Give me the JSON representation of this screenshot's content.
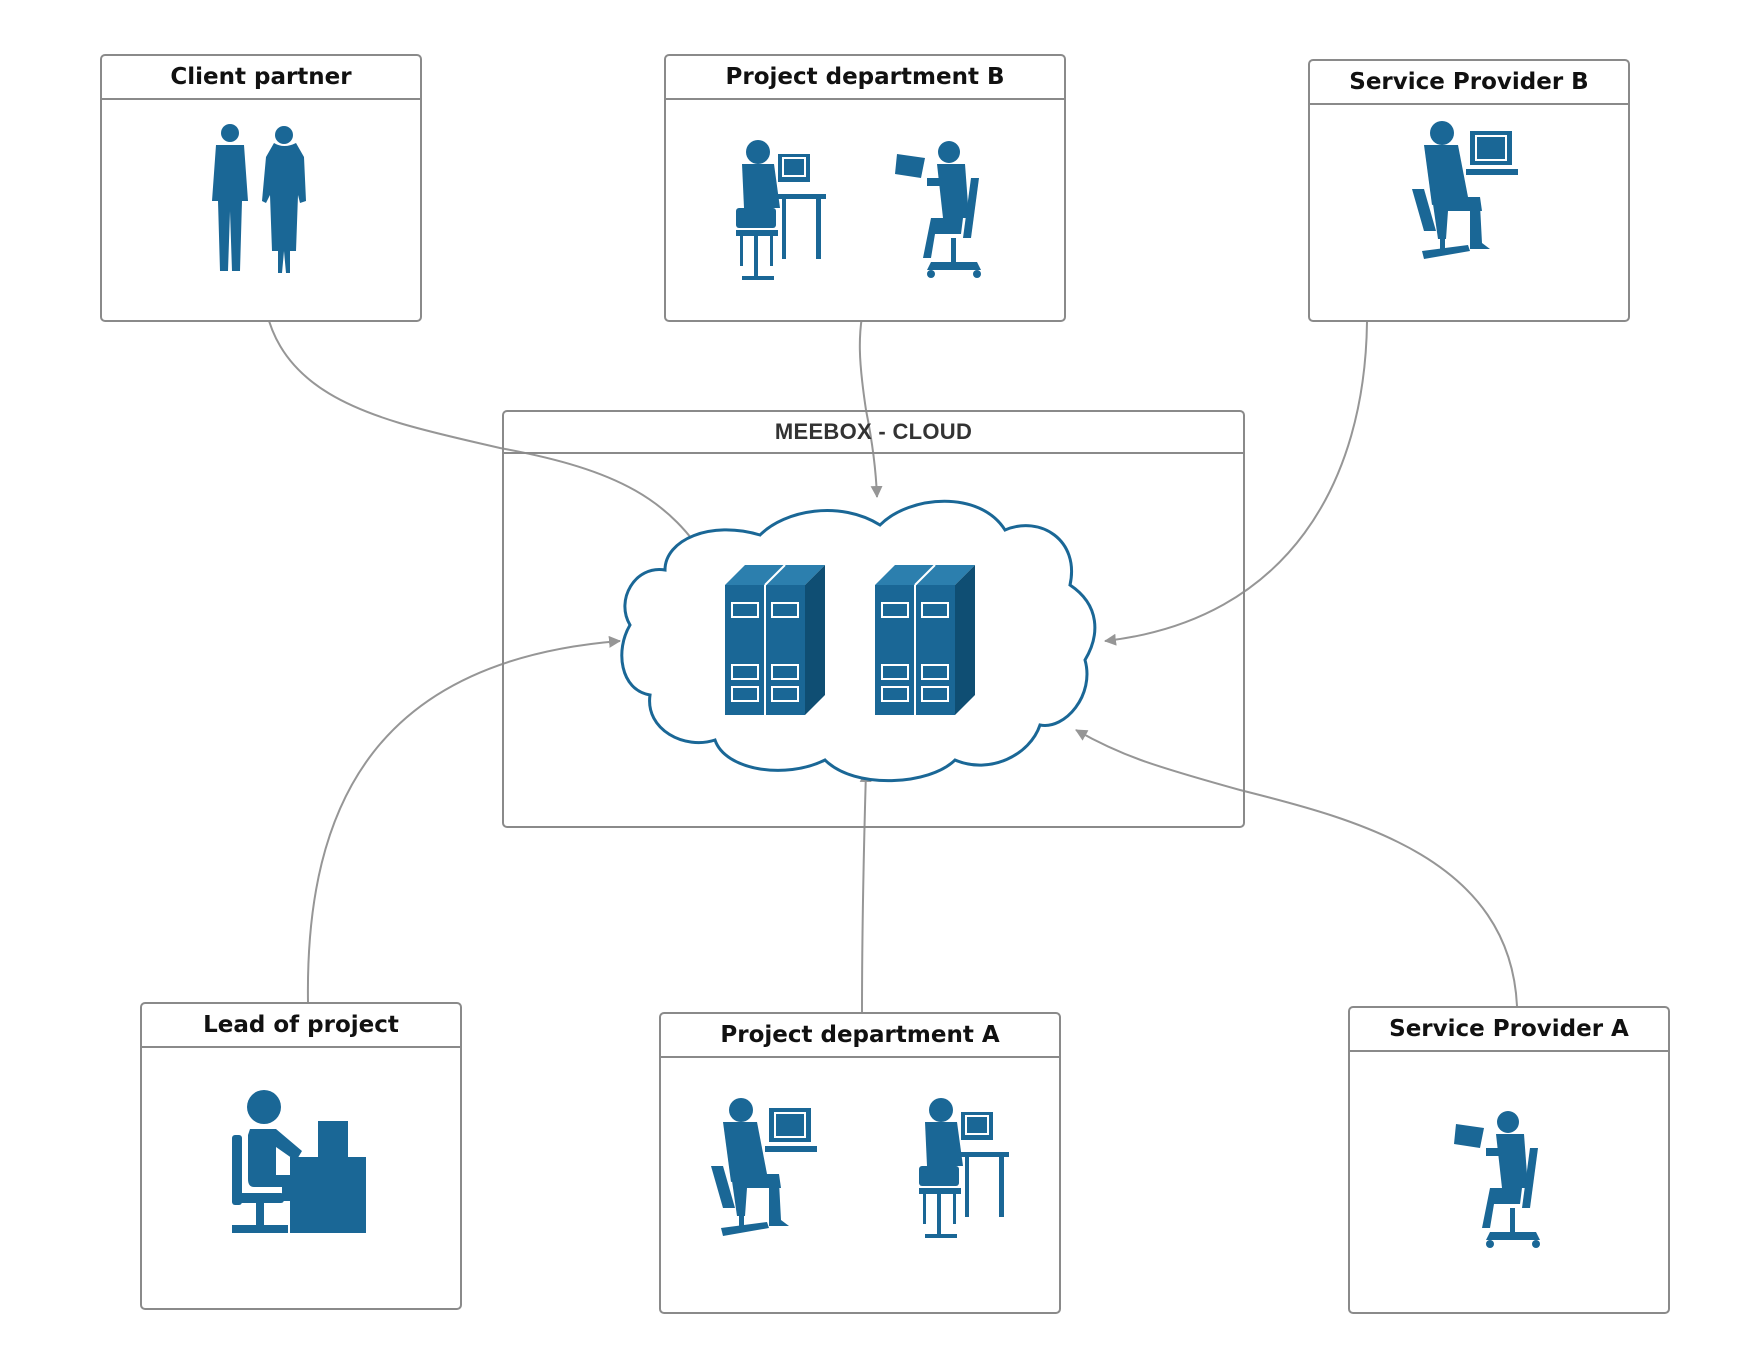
{
  "diagram": {
    "colors": {
      "figure": "#1a6796",
      "line": "#969696",
      "border": "#8a8a8a",
      "text": "#111111"
    },
    "center": {
      "title": "MEEBOX - CLOUD"
    },
    "nodes": {
      "client_partner": {
        "title": "Client partner"
      },
      "project_b": {
        "title": "Project department B"
      },
      "provider_b": {
        "title": "Service Provider B"
      },
      "lead": {
        "title": "Lead of project"
      },
      "project_a": {
        "title": "Project department A"
      },
      "provider_a": {
        "title": "Service Provider A"
      }
    }
  }
}
